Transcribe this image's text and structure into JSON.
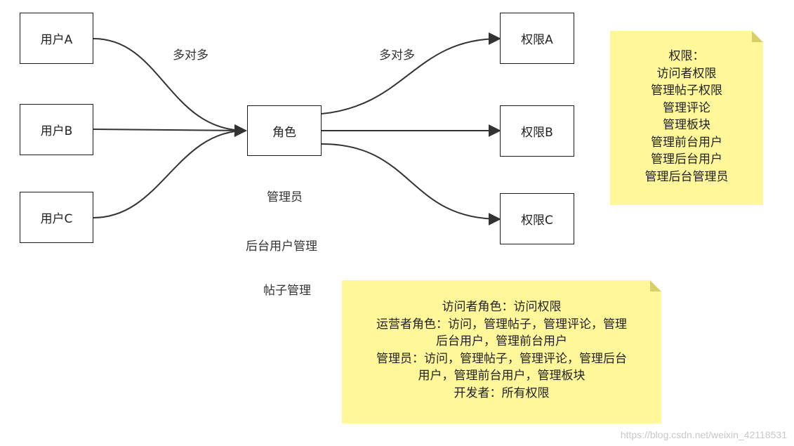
{
  "nodes": {
    "user_a": "用户A",
    "user_b": "用户B",
    "user_c": "用户C",
    "role": "角色",
    "perm_a": "权限A",
    "perm_b": "权限B",
    "perm_c": "权限C"
  },
  "edge_labels": {
    "users_to_role": "多对多",
    "role_to_perms": "多对多"
  },
  "role_examples": [
    "管理员",
    "后台用户管理",
    "帖子管理"
  ],
  "note_permissions": {
    "lines": [
      "权限：",
      "访问者权限",
      "管理帖子权限",
      "管理评论",
      "管理板块",
      "管理前台用户",
      "管理后台用户",
      "管理后台管理员"
    ]
  },
  "note_roles": {
    "lines": [
      "访问者角色：访问权限",
      "运营者角色：访问，管理帖子，管理评论，管理",
      "后台用户，管理前台用户",
      "管理员：访问，管理帖子，管理评论，管理后台",
      "用户，管理前台用户，管理板块",
      "开发者：所有权限"
    ]
  },
  "watermark": "https://blog.csdn.net/weixin_42118531",
  "colors": {
    "note_fill": "#fff799",
    "edge": "#333333"
  }
}
